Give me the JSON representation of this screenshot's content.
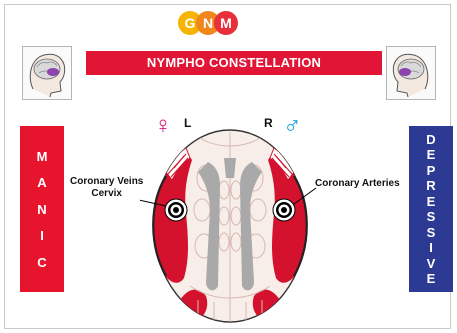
{
  "logo": {
    "letters": [
      "G",
      "N",
      "M"
    ],
    "colors": [
      "#f5b400",
      "#f0861c",
      "#e8303a"
    ]
  },
  "title": "NYMPHO CONSTELLATION",
  "left_bar": {
    "letters": [
      "M",
      "A",
      "N",
      "I",
      "C"
    ],
    "color": "#e6152d"
  },
  "right_bar": {
    "letters": [
      "D",
      "E",
      "P",
      "R",
      "E",
      "S",
      "S",
      "I",
      "V",
      "E"
    ],
    "color": "#2c3a94"
  },
  "diagram": {
    "side_left": "L",
    "side_right": "R",
    "female_symbol": "♀",
    "male_symbol": "♂",
    "label_left_line1": "Coronary Veins",
    "label_left_line2": "Cervix",
    "label_right": "Coronary Arteries"
  },
  "colors": {
    "red": "#e11536",
    "blue": "#2c3a94",
    "pink": "#e01673",
    "sky": "#1aa0e0"
  }
}
